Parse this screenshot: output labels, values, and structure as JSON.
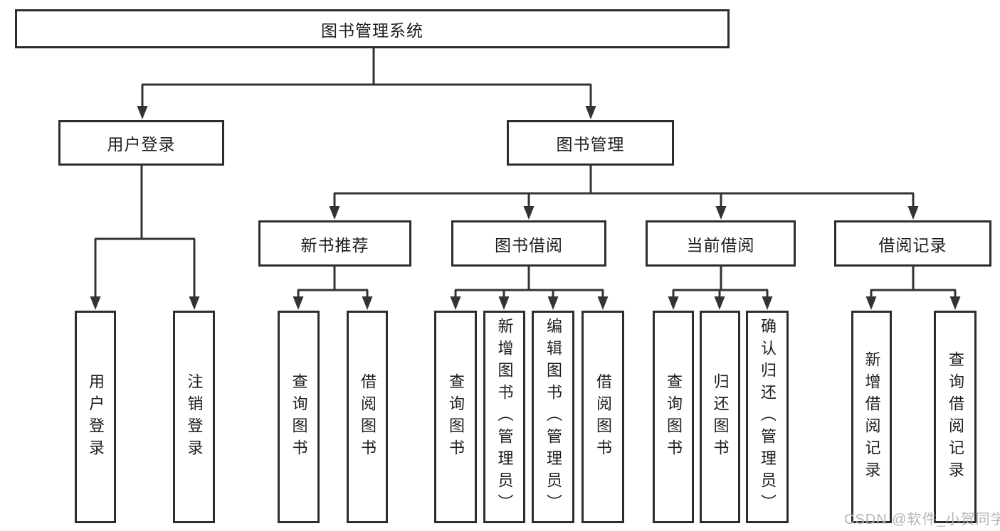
{
  "diagram": {
    "title": "图书管理系统",
    "nodes": [
      {
        "id": "root",
        "label": "图书管理系统",
        "level": 0,
        "parent": null
      },
      {
        "id": "user-login",
        "label": "用户登录",
        "level": 1,
        "parent": "root"
      },
      {
        "id": "book-mgmt",
        "label": "图书管理",
        "level": 1,
        "parent": "root"
      },
      {
        "id": "new-book-rec",
        "label": "新书推荐",
        "level": 2,
        "parent": "book-mgmt"
      },
      {
        "id": "book-borrow",
        "label": "图书借阅",
        "level": 2,
        "parent": "book-mgmt"
      },
      {
        "id": "current-borrow",
        "label": "当前借阅",
        "level": 2,
        "parent": "book-mgmt"
      },
      {
        "id": "borrow-records",
        "label": "借阅记录",
        "level": 2,
        "parent": "book-mgmt"
      },
      {
        "id": "v-user-login",
        "label": "用户登录",
        "level": 3,
        "parent": "user-login"
      },
      {
        "id": "v-logout",
        "label": "注销登录",
        "level": 3,
        "parent": "user-login"
      },
      {
        "id": "v-query-book-1",
        "label": "查询图书",
        "level": 3,
        "parent": "new-book-rec"
      },
      {
        "id": "v-borrow-book-1",
        "label": "借阅图书",
        "level": 3,
        "parent": "new-book-rec"
      },
      {
        "id": "v-query-book-2",
        "label": "查询图书",
        "level": 3,
        "parent": "book-borrow"
      },
      {
        "id": "v-add-book",
        "label": "新增图书（管理员）",
        "level": 3,
        "parent": "book-borrow"
      },
      {
        "id": "v-edit-book",
        "label": "编辑图书（管理员）",
        "level": 3,
        "parent": "book-borrow"
      },
      {
        "id": "v-borrow-book-2",
        "label": "借阅图书",
        "level": 3,
        "parent": "book-borrow"
      },
      {
        "id": "v-query-book-3",
        "label": "查询图书",
        "level": 3,
        "parent": "current-borrow"
      },
      {
        "id": "v-return-book",
        "label": "归还图书",
        "level": 3,
        "parent": "current-borrow"
      },
      {
        "id": "v-confirm-return",
        "label": "确认归还（管理员）",
        "level": 3,
        "parent": "current-borrow"
      },
      {
        "id": "v-add-borrow-record",
        "label": "新增借阅记录",
        "level": 3,
        "parent": "borrow-records"
      },
      {
        "id": "v-query-borrow-record",
        "label": "查询借阅记录",
        "level": 3,
        "parent": "borrow-records"
      }
    ],
    "line_color": "#333333",
    "border_color": "#2d2d2d"
  },
  "watermark": {
    "text": "CSDN @软件_小贺同学",
    "color": "#b5b5b5"
  }
}
